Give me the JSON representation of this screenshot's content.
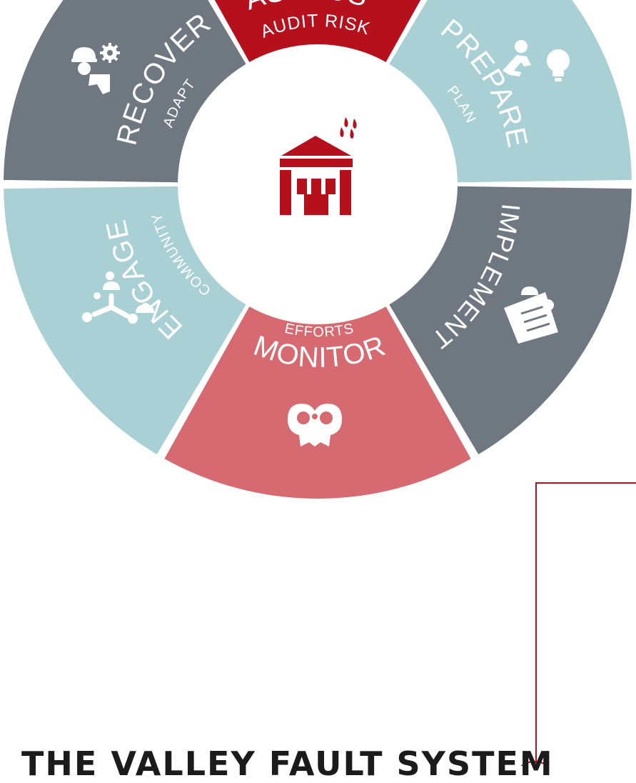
{
  "colors": {
    "red": "#b7101d",
    "pink": "#d76a70",
    "teal": "#a9d1d5",
    "slate": "#6f7880",
    "white": "#ffffff"
  },
  "segments": [
    {
      "id": "assess",
      "title": "ASSESS",
      "subtitle": "AUDIT RISK",
      "color": "#b7101d",
      "icon": "alarm-sirens-icon"
    },
    {
      "id": "prepare",
      "title": "PREPARE",
      "subtitle": "PLAN",
      "color": "#a9d1d5",
      "icon": "person-lightbulb-icon"
    },
    {
      "id": "implement",
      "title": "IMPLEMENT",
      "subtitle": "",
      "color": "#6f7880",
      "icon": "worker-blueprint-icon"
    },
    {
      "id": "monitor",
      "title": "MONITOR",
      "subtitle": "EFFORTS",
      "color": "#d76a70",
      "icon": "binoculars-icon"
    },
    {
      "id": "engage",
      "title": "ENGAGE",
      "subtitle": "COMMUNITY",
      "color": "#a9d1d5",
      "icon": "community-network-icon"
    },
    {
      "id": "recover",
      "title": "RECOVER",
      "subtitle": "ADAPT",
      "color": "#6f7880",
      "icon": "worker-gear-icon"
    }
  ],
  "center_icon": "building-blood-drops-icon",
  "footer": {
    "title": "THE VALLEY FAULT SYSTEM"
  }
}
